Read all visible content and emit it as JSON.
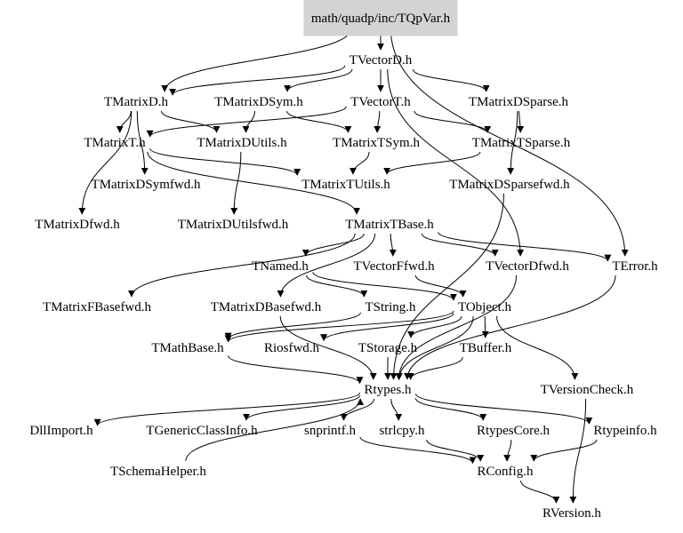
{
  "graph": {
    "root": "math/quadp/inc/TQpVar.h",
    "nodes": [
      {
        "id": "root",
        "label": "math/quadp/inc/TQpVar.h",
        "root": true
      },
      {
        "id": "TVectorD",
        "label": "TVectorD.h"
      },
      {
        "id": "TMatrixD",
        "label": "TMatrixD.h"
      },
      {
        "id": "TMatrixDSym",
        "label": "TMatrixDSym.h"
      },
      {
        "id": "TVectorT",
        "label": "TVectorT.h"
      },
      {
        "id": "TMatrixDSparse",
        "label": "TMatrixDSparse.h"
      },
      {
        "id": "TMatrixT",
        "label": "TMatrixT.h"
      },
      {
        "id": "TMatrixDUtils",
        "label": "TMatrixDUtils.h"
      },
      {
        "id": "TMatrixTSym",
        "label": "TMatrixTSym.h"
      },
      {
        "id": "TMatrixTSparse",
        "label": "TMatrixTSparse.h"
      },
      {
        "id": "TMatrixDSymfwd",
        "label": "TMatrixDSymfwd.h"
      },
      {
        "id": "TMatrixTUtils",
        "label": "TMatrixTUtils.h"
      },
      {
        "id": "TMatrixDSparsefwd",
        "label": "TMatrixDSparsefwd.h"
      },
      {
        "id": "TMatrixDfwd",
        "label": "TMatrixDfwd.h"
      },
      {
        "id": "TMatrixDUtilsfwd",
        "label": "TMatrixDUtilsfwd.h"
      },
      {
        "id": "TMatrixTBase",
        "label": "TMatrixTBase.h"
      },
      {
        "id": "TError",
        "label": "TError.h"
      },
      {
        "id": "TNamed",
        "label": "TNamed.h"
      },
      {
        "id": "TVectorFfwd",
        "label": "TVectorFfwd.h"
      },
      {
        "id": "TVectorDfwd",
        "label": "TVectorDfwd.h"
      },
      {
        "id": "TMatrixFBasefwd",
        "label": "TMatrixFBasefwd.h"
      },
      {
        "id": "TMatrixDBasefwd",
        "label": "TMatrixDBasefwd.h"
      },
      {
        "id": "TString",
        "label": "TString.h"
      },
      {
        "id": "TObject",
        "label": "TObject.h"
      },
      {
        "id": "TMathBase",
        "label": "TMathBase.h"
      },
      {
        "id": "Riosfwd",
        "label": "Riosfwd.h"
      },
      {
        "id": "TStorage",
        "label": "TStorage.h"
      },
      {
        "id": "TBuffer",
        "label": "TBuffer.h"
      },
      {
        "id": "Rtypes",
        "label": "Rtypes.h"
      },
      {
        "id": "TVersionCheck",
        "label": "TVersionCheck.h"
      },
      {
        "id": "DllImport",
        "label": "DllImport.h"
      },
      {
        "id": "TGenericClassInfo",
        "label": "TGenericClassInfo.h"
      },
      {
        "id": "snprintf",
        "label": "snprintf.h"
      },
      {
        "id": "strlcpy",
        "label": "strlcpy.h"
      },
      {
        "id": "RtypesCore",
        "label": "RtypesCore.h"
      },
      {
        "id": "Rtypeinfo",
        "label": "Rtypeinfo.h"
      },
      {
        "id": "TSchemaHelper",
        "label": "TSchemaHelper.h"
      },
      {
        "id": "RConfig",
        "label": "RConfig.h"
      },
      {
        "id": "RVersion",
        "label": "RVersion.h"
      }
    ],
    "edges": [
      [
        "root",
        "TVectorD"
      ],
      [
        "root",
        "TMatrixD"
      ],
      [
        "root",
        "TError"
      ],
      [
        "TVectorD",
        "TMatrixD"
      ],
      [
        "TVectorD",
        "TMatrixDSym"
      ],
      [
        "TVectorD",
        "TVectorT"
      ],
      [
        "TVectorD",
        "TMatrixDSparse"
      ],
      [
        "TVectorD",
        "TVectorDfwd"
      ],
      [
        "TMatrixD",
        "TMatrixT"
      ],
      [
        "TMatrixD",
        "TMatrixDUtils"
      ],
      [
        "TMatrixD",
        "TMatrixDSymfwd"
      ],
      [
        "TMatrixD",
        "TMatrixDfwd"
      ],
      [
        "TMatrixDSym",
        "TMatrixTSym"
      ],
      [
        "TMatrixDSym",
        "TMatrixDUtils"
      ],
      [
        "TVectorT",
        "TMatrixT"
      ],
      [
        "TVectorT",
        "TMatrixTSym"
      ],
      [
        "TVectorT",
        "TMatrixTSparse"
      ],
      [
        "TMatrixDSparse",
        "TMatrixTSparse"
      ],
      [
        "TMatrixDSparse",
        "TMatrixDSparsefwd"
      ],
      [
        "TMatrixT",
        "TMatrixTUtils"
      ],
      [
        "TMatrixT",
        "TMatrixTBase"
      ],
      [
        "TMatrixDUtils",
        "TMatrixDUtilsfwd"
      ],
      [
        "TMatrixTSym",
        "TMatrixTUtils"
      ],
      [
        "TMatrixTSparse",
        "TMatrixTUtils"
      ],
      [
        "TMatrixTBase",
        "TNamed"
      ],
      [
        "TMatrixTBase",
        "TVectorFfwd"
      ],
      [
        "TMatrixTBase",
        "TVectorDfwd"
      ],
      [
        "TMatrixTBase",
        "TError"
      ],
      [
        "TMatrixTBase",
        "TMatrixFBasefwd"
      ],
      [
        "TMatrixTBase",
        "TMatrixDBasefwd"
      ],
      [
        "TNamed",
        "TString"
      ],
      [
        "TNamed",
        "TObject"
      ],
      [
        "TObject",
        "TMathBase"
      ],
      [
        "TObject",
        "Riosfwd"
      ],
      [
        "TObject",
        "TStorage"
      ],
      [
        "TObject",
        "TBuffer"
      ],
      [
        "TObject",
        "Rtypes"
      ],
      [
        "TObject",
        "TVersionCheck"
      ],
      [
        "TString",
        "TMathBase"
      ],
      [
        "TStorage",
        "Rtypes"
      ],
      [
        "TBuffer",
        "Rtypes"
      ],
      [
        "TMathBase",
        "Rtypes"
      ],
      [
        "TMatrixDSparsefwd",
        "Rtypes"
      ],
      [
        "TVectorFfwd",
        "TObject"
      ],
      [
        "TVectorDfwd",
        "Rtypes"
      ],
      [
        "TError",
        "Rtypes"
      ],
      [
        "TMatrixDBasefwd",
        "Rtypes"
      ],
      [
        "Rtypes",
        "DllImport"
      ],
      [
        "Rtypes",
        "TGenericClassInfo"
      ],
      [
        "Rtypes",
        "snprintf"
      ],
      [
        "Rtypes",
        "strlcpy"
      ],
      [
        "Rtypes",
        "RtypesCore"
      ],
      [
        "Rtypes",
        "Rtypeinfo"
      ],
      [
        "TSchemaHelper",
        "Rtypes"
      ],
      [
        "RtypesCore",
        "RConfig"
      ],
      [
        "Rtypeinfo",
        "RConfig"
      ],
      [
        "snprintf",
        "RConfig"
      ],
      [
        "strlcpy",
        "RConfig"
      ],
      [
        "RConfig",
        "RVersion"
      ],
      [
        "TVersionCheck",
        "RVersion"
      ]
    ]
  }
}
